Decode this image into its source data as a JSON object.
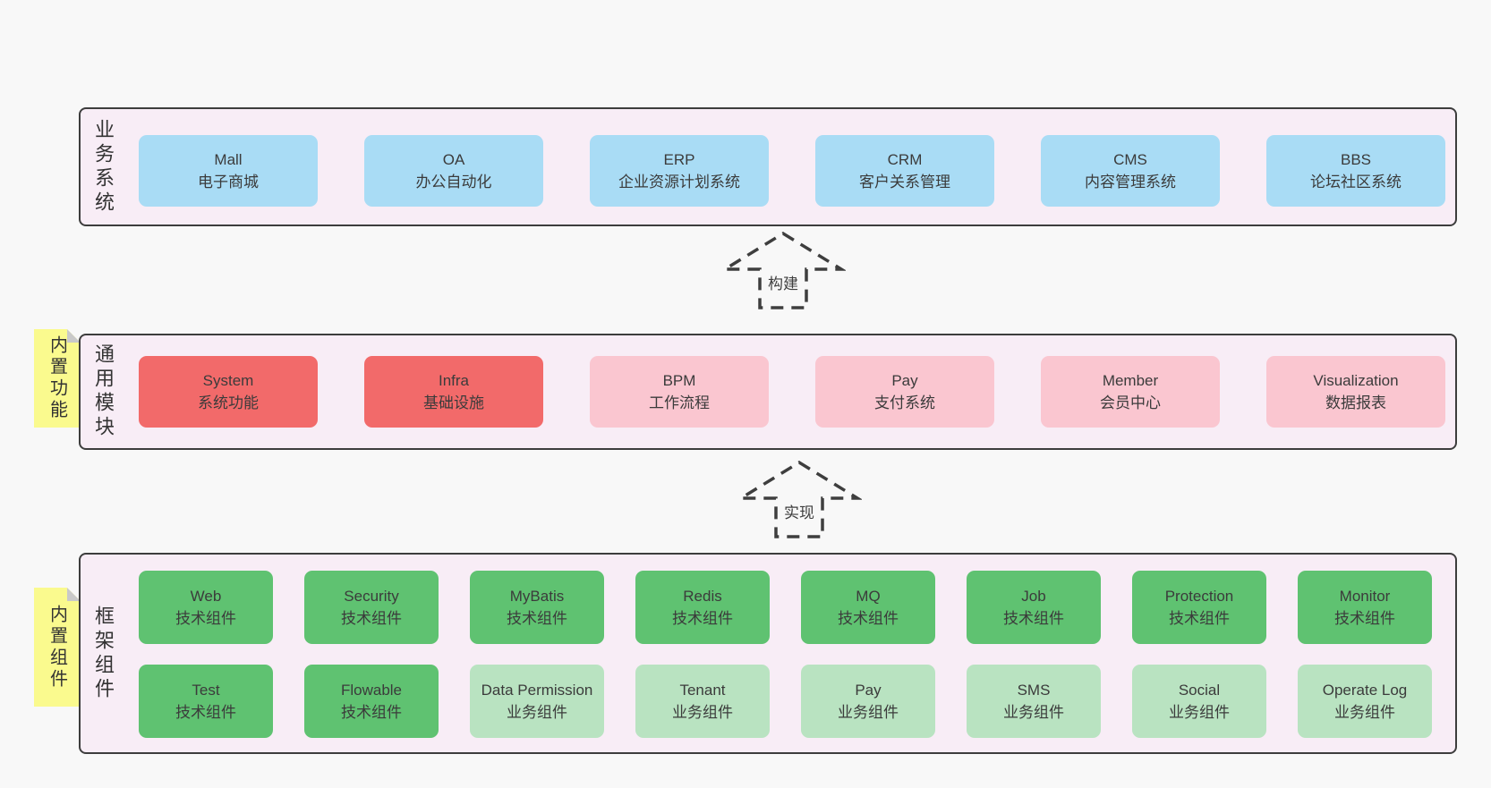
{
  "colors": {
    "page_bg": "#f8f8f8",
    "panel_bg": "#f8edf6",
    "panel_border": "#3d3d3d",
    "blue": "#a9dcf5",
    "red": "#f26a6a",
    "pink": "#fac6d0",
    "green": "#5fc271",
    "light_green": "#b9e3c1",
    "sticky_yellow": "#fafa8e"
  },
  "arrows": [
    {
      "label": "构建"
    },
    {
      "label": "实现"
    }
  ],
  "layers": [
    {
      "side_label": "业务系统",
      "boxes": [
        {
          "title": "Mall",
          "subtitle": "电子商城",
          "variant": "blue"
        },
        {
          "title": "OA",
          "subtitle": "办公自动化",
          "variant": "blue"
        },
        {
          "title": "ERP",
          "subtitle": "企业资源计划系统",
          "variant": "blue"
        },
        {
          "title": "CRM",
          "subtitle": "客户关系管理",
          "variant": "blue"
        },
        {
          "title": "CMS",
          "subtitle": "内容管理系统",
          "variant": "blue"
        },
        {
          "title": "BBS",
          "subtitle": "论坛社区系统",
          "variant": "blue"
        }
      ]
    },
    {
      "sticky": "内置功能",
      "side_label": "通用模块",
      "boxes": [
        {
          "title": "System",
          "subtitle": "系统功能",
          "variant": "red"
        },
        {
          "title": "Infra",
          "subtitle": "基础设施",
          "variant": "red"
        },
        {
          "title": "BPM",
          "subtitle": "工作流程",
          "variant": "pink"
        },
        {
          "title": "Pay",
          "subtitle": "支付系统",
          "variant": "pink"
        },
        {
          "title": "Member",
          "subtitle": "会员中心",
          "variant": "pink"
        },
        {
          "title": "Visualization",
          "subtitle": "数据报表",
          "variant": "pink"
        }
      ]
    },
    {
      "sticky": "内置组件",
      "side_label": "框架组件",
      "rows": [
        [
          {
            "title": "Web",
            "subtitle": "技术组件",
            "variant": "green"
          },
          {
            "title": "Security",
            "subtitle": "技术组件",
            "variant": "green"
          },
          {
            "title": "MyBatis",
            "subtitle": "技术组件",
            "variant": "green"
          },
          {
            "title": "Redis",
            "subtitle": "技术组件",
            "variant": "green"
          },
          {
            "title": "MQ",
            "subtitle": "技术组件",
            "variant": "green"
          },
          {
            "title": "Job",
            "subtitle": "技术组件",
            "variant": "green"
          },
          {
            "title": "Protection",
            "subtitle": "技术组件",
            "variant": "green"
          },
          {
            "title": "Monitor",
            "subtitle": "技术组件",
            "variant": "green"
          }
        ],
        [
          {
            "title": "Test",
            "subtitle": "技术组件",
            "variant": "green"
          },
          {
            "title": "Flowable",
            "subtitle": "技术组件",
            "variant": "green"
          },
          {
            "title": "Data Permission",
            "subtitle": "业务组件",
            "variant": "lightgreen"
          },
          {
            "title": "Tenant",
            "subtitle": "业务组件",
            "variant": "lightgreen"
          },
          {
            "title": "Pay",
            "subtitle": "业务组件",
            "variant": "lightgreen"
          },
          {
            "title": "SMS",
            "subtitle": "业务组件",
            "variant": "lightgreen"
          },
          {
            "title": "Social",
            "subtitle": "业务组件",
            "variant": "lightgreen"
          },
          {
            "title": "Operate Log",
            "subtitle": "业务组件",
            "variant": "lightgreen"
          }
        ]
      ]
    }
  ]
}
